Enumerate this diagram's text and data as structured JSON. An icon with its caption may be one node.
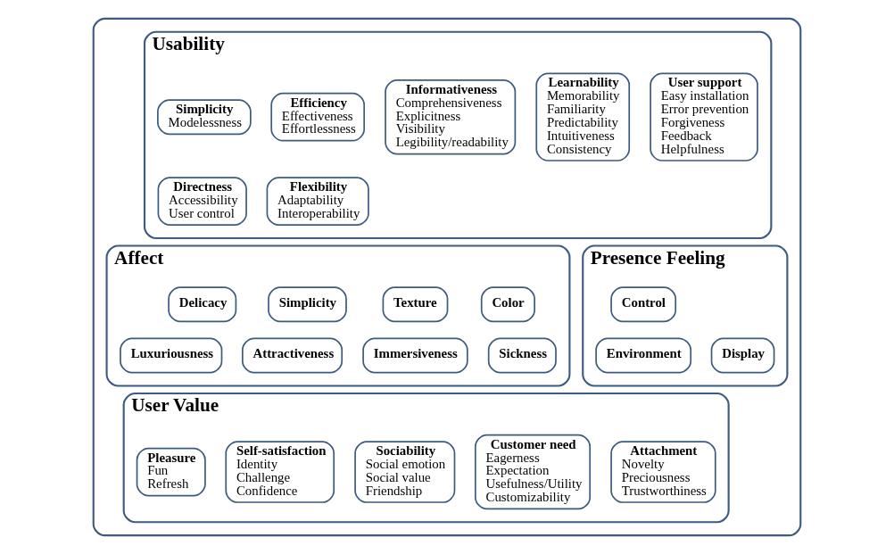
{
  "diagram": {
    "nodes": [
      {
        "text": [],
        "shape": "box"
      },
      {
        "text": [
          "Usability"
        ],
        "in": 0
      },
      {
        "text": [
          "Simplicity",
          "Modelessness"
        ],
        "in": 1
      },
      {
        "text": [
          "Efficiency",
          "Effectiveness",
          "Effortlessness"
        ],
        "in": 1
      },
      {
        "text": [
          "Informativeness",
          "Comprehensiveness",
          "Explicitness",
          "Visibility",
          "Legibility/readability"
        ],
        "in": 1
      },
      {
        "text": [
          "Learnability",
          "Memorability",
          "Familiarity",
          "Predictability",
          "Intuitiveness",
          "Consistency"
        ],
        "in": 1
      },
      {
        "text": [
          "User support",
          "Easy installation",
          "Error prevention",
          "Forgiveness",
          "Feedback",
          "Helpfulness"
        ],
        "in": 1
      },
      {
        "text": [
          "Directness",
          "Accessibility",
          "User control"
        ],
        "in": 1
      },
      {
        "text": [
          "Flexibility",
          "Adaptability",
          "Interoperability"
        ],
        "in": 1
      },
      {
        "text": [
          "Affect"
        ],
        "in": 0
      },
      {
        "text": [
          "Delicacy"
        ],
        "in": 9
      },
      {
        "text": [
          "Simplicity"
        ],
        "in": 9
      },
      {
        "text": [
          "Texture"
        ],
        "in": 9
      },
      {
        "text": [
          "Color"
        ],
        "in": 9
      },
      {
        "text": [
          "Luxuriousness"
        ],
        "in": 9
      },
      {
        "text": [
          "Attractiveness"
        ],
        "in": 9
      },
      {
        "text": [
          "Immersiveness"
        ],
        "in": 9
      },
      {
        "text": [
          "Sickness"
        ],
        "in": 9
      },
      {
        "text": [
          "Presence Feeling"
        ],
        "in": 0
      },
      {
        "text": [
          "Control"
        ],
        "in": 18
      },
      {
        "text": [
          "Environment"
        ],
        "in": 18
      },
      {
        "text": [
          "Display"
        ],
        "in": 18
      },
      {
        "text": [
          "User Value"
        ],
        "in": 0
      },
      {
        "text": [
          "Pleasure",
          "Fun",
          "Refresh"
        ],
        "in": 22
      },
      {
        "text": [
          "Self-satisfaction",
          "Identity",
          "Challenge",
          "Confidence"
        ],
        "in": 22
      },
      {
        "text": [
          "Sociability",
          "Social emotion",
          "Social value",
          "Friendship"
        ],
        "in": 22
      },
      {
        "text": [
          "Customer need",
          "Eagerness",
          "Expectation",
          "Usefulness/Utility",
          "Customizability"
        ],
        "in": 22
      },
      {
        "text": [
          "Attachment",
          "Novelty",
          "Preciousness",
          "Trustworthiness"
        ],
        "in": 22
      }
    ]
  }
}
